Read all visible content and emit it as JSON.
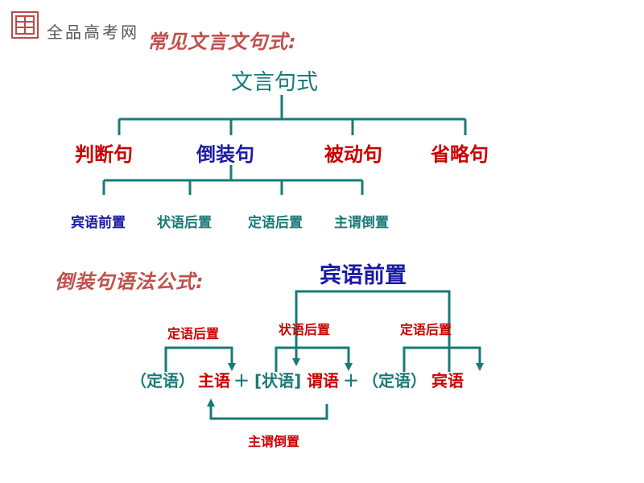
{
  "header": {
    "logo_text": "全品高考网"
  },
  "tree": {
    "title": "常见文言文句式:",
    "root": "文言句式",
    "categories": [
      "判断句",
      "倒装句",
      "被动句",
      "省略句"
    ],
    "inversion_types": [
      "宾语前置",
      "状语后置",
      "定语后置",
      "主谓倒置"
    ]
  },
  "formula": {
    "title": "倒装句语法公式:",
    "object_fronting_label": "宾语前置",
    "attr_postpose_label_1": "定语后置",
    "adv_postpose_label": "状语后置",
    "attr_postpose_label_2": "定语后置",
    "subj_pred_label": "主谓倒置",
    "parts": {
      "attr1": "（定语）",
      "subject": "主语",
      "plus1": "＋",
      "adverbial": "[状语]",
      "predicate": "谓语",
      "plus2": "＋",
      "attr2": "（定语）",
      "object": "宾语"
    }
  },
  "colors": {
    "teal": "#1a7a78",
    "red": "#cc0000",
    "blue": "#1a1aa6",
    "heading": "#c0504d"
  }
}
